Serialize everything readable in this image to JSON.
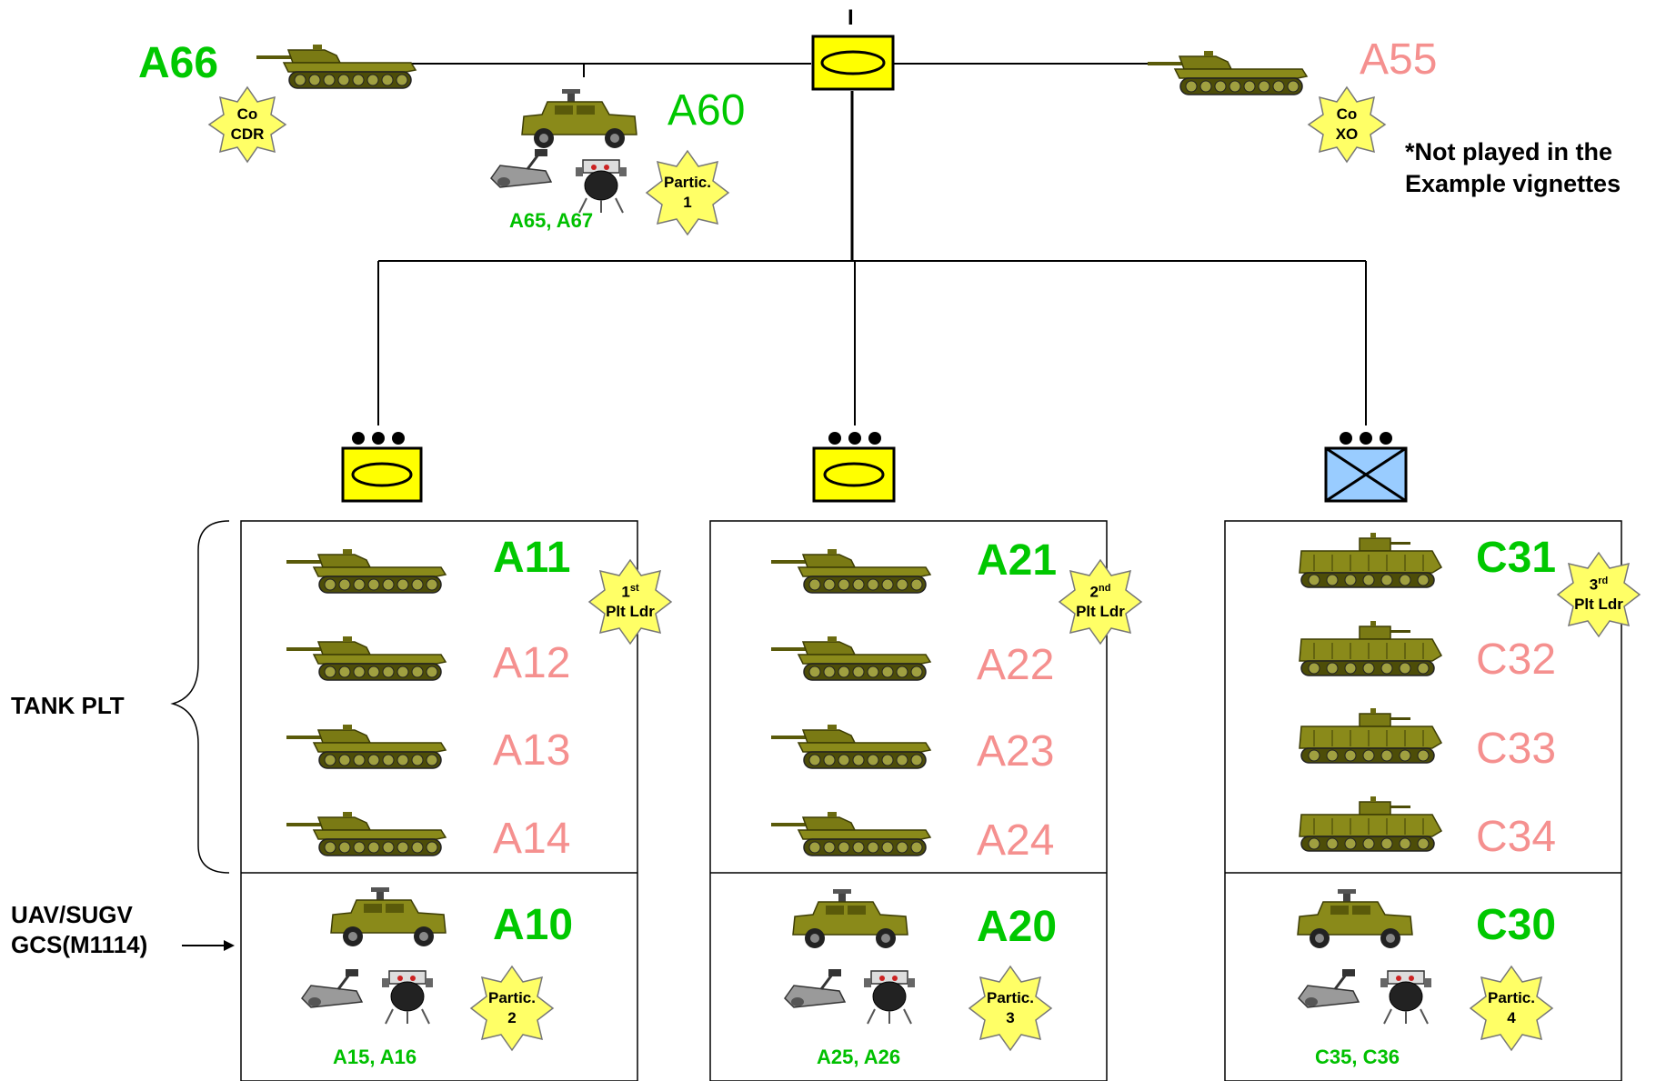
{
  "company": {
    "symbol_label": "I",
    "commander": {
      "callsign": "A66",
      "role_line1": "Co",
      "role_line2": "CDR"
    },
    "hq_vehicle": {
      "callsign": "A60",
      "participant_line1": "Partic.",
      "participant_line2": "1",
      "robots": "A65,  A67"
    },
    "xo": {
      "callsign": "A55",
      "role_line1": "Co",
      "role_line2": "XO"
    },
    "note_line1": "*Not played in the",
    "note_line2": "Example vignettes"
  },
  "side_labels": {
    "tank_plt": "TANK PLT",
    "uav_line1": "UAV/SUGV",
    "uav_line2": "GCS(M1114)"
  },
  "platoons": [
    {
      "type": "armor",
      "leader_ord": "1",
      "leader_sup": "st",
      "leader_line2": "Plt Ldr",
      "vehicles": [
        {
          "callsign": "A11",
          "played": true
        },
        {
          "callsign": "A12",
          "played": false
        },
        {
          "callsign": "A13",
          "played": false
        },
        {
          "callsign": "A14",
          "played": false
        }
      ],
      "gcs": {
        "callsign": "A10",
        "participant_line1": "Partic.",
        "participant_line2": "2",
        "robots": "A15,  A16"
      }
    },
    {
      "type": "armor",
      "leader_ord": "2",
      "leader_sup": "nd",
      "leader_line2": "Plt Ldr",
      "vehicles": [
        {
          "callsign": "A21",
          "played": true
        },
        {
          "callsign": "A22",
          "played": false
        },
        {
          "callsign": "A23",
          "played": false
        },
        {
          "callsign": "A24",
          "played": false
        }
      ],
      "gcs": {
        "callsign": "A20",
        "participant_line1": "Partic.",
        "participant_line2": "3",
        "robots": "A25,  A26"
      }
    },
    {
      "type": "infantry",
      "leader_ord": "3",
      "leader_sup": "rd",
      "leader_line2": "Plt Ldr",
      "vehicles": [
        {
          "callsign": "C31",
          "played": true
        },
        {
          "callsign": "C32",
          "played": false
        },
        {
          "callsign": "C33",
          "played": false
        },
        {
          "callsign": "C34",
          "played": false
        }
      ],
      "gcs": {
        "callsign": "C30",
        "participant_line1": "Partic.",
        "participant_line2": "4",
        "robots": "C35,  C36"
      }
    }
  ],
  "colors": {
    "played": "#00c800",
    "not_played": "#f5908f",
    "unit_symbol_fill": "#ffff00",
    "infantry_symbol_fill": "#99ccff",
    "star_fill": "#ffff66",
    "vehicle_olive": "#7a7a14"
  }
}
